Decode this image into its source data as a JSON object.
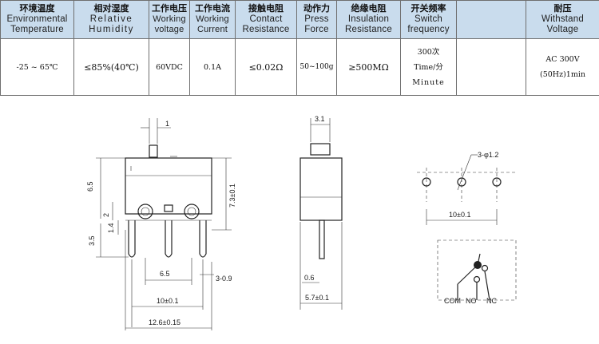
{
  "spec_table": {
    "headers": [
      {
        "zh": "环境温度",
        "en": "Environmental Temperature"
      },
      {
        "zh": "相对湿度",
        "en": "Relative Humidity"
      },
      {
        "zh": "工作电压",
        "en": "Working voltage"
      },
      {
        "zh": "工作电流",
        "en": "Working Current"
      },
      {
        "zh": "接触电阻",
        "en": "Contact Resistance"
      },
      {
        "zh": "动作力",
        "en": "Press Force"
      },
      {
        "zh": "绝缘电阻",
        "en": "Insulation Resistance"
      },
      {
        "zh": "开关频率",
        "en": "Switch frequency"
      },
      {
        "zh": "耐压",
        "en": "Withstand Voltage"
      }
    ],
    "values": {
      "temperature": "-25 ~ 65℃",
      "humidity": "≤85%(40℃)",
      "voltage": "60VDC",
      "current": "0.1A",
      "contact_resistance": "≤0.02Ω",
      "press_force": "50~100g",
      "insulation": "≥500MΩ",
      "frequency": [
        "300次",
        "Time/分",
        "Minute"
      ],
      "withstand": [
        "AC 300V",
        "(50Hz)1min"
      ]
    }
  },
  "drawing": {
    "front": {
      "top_pin": "1",
      "height_left": "6.5",
      "height_right": "7.3±0.1",
      "mid": "2",
      "pin_small": "1.4",
      "pin_len": "3.5",
      "pitch": "6.5",
      "pin_w": "3-0.9",
      "span": "10±0.1",
      "width": "12.6±0.15"
    },
    "side": {
      "top": "3.1",
      "pin": "0.6",
      "width": "5.7±0.1"
    },
    "holes": {
      "label": "3-φ1.2",
      "span": "10±0.1"
    },
    "circuit": {
      "com": "COM",
      "no": "NO",
      "nc": "NC"
    }
  }
}
